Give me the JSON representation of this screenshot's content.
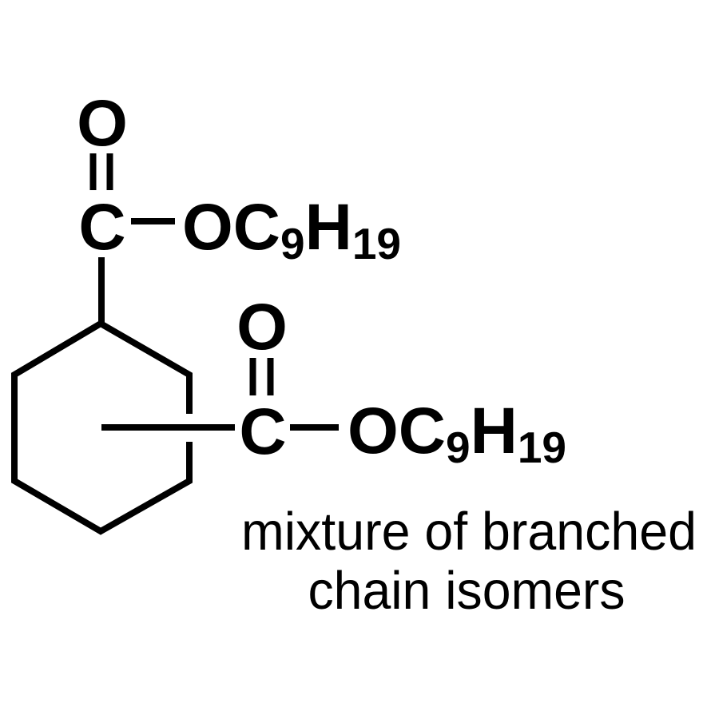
{
  "colors": {
    "ink": "#000000",
    "background": "#ffffff"
  },
  "structure": {
    "ester_top": {
      "carbonyl_oxygen": "O",
      "carbonyl_carbon": "C",
      "alkoxy": {
        "main1": "OC",
        "sub1": "9",
        "main2": "H",
        "sub2": "19"
      }
    },
    "ester_side": {
      "carbonyl_oxygen": "O",
      "carbonyl_carbon": "C",
      "alkoxy": {
        "main1": "OC",
        "sub1": "9",
        "main2": "H",
        "sub2": "19"
      }
    }
  },
  "annotation": {
    "line1": "mixture of branched",
    "line2": "chain isomers"
  }
}
